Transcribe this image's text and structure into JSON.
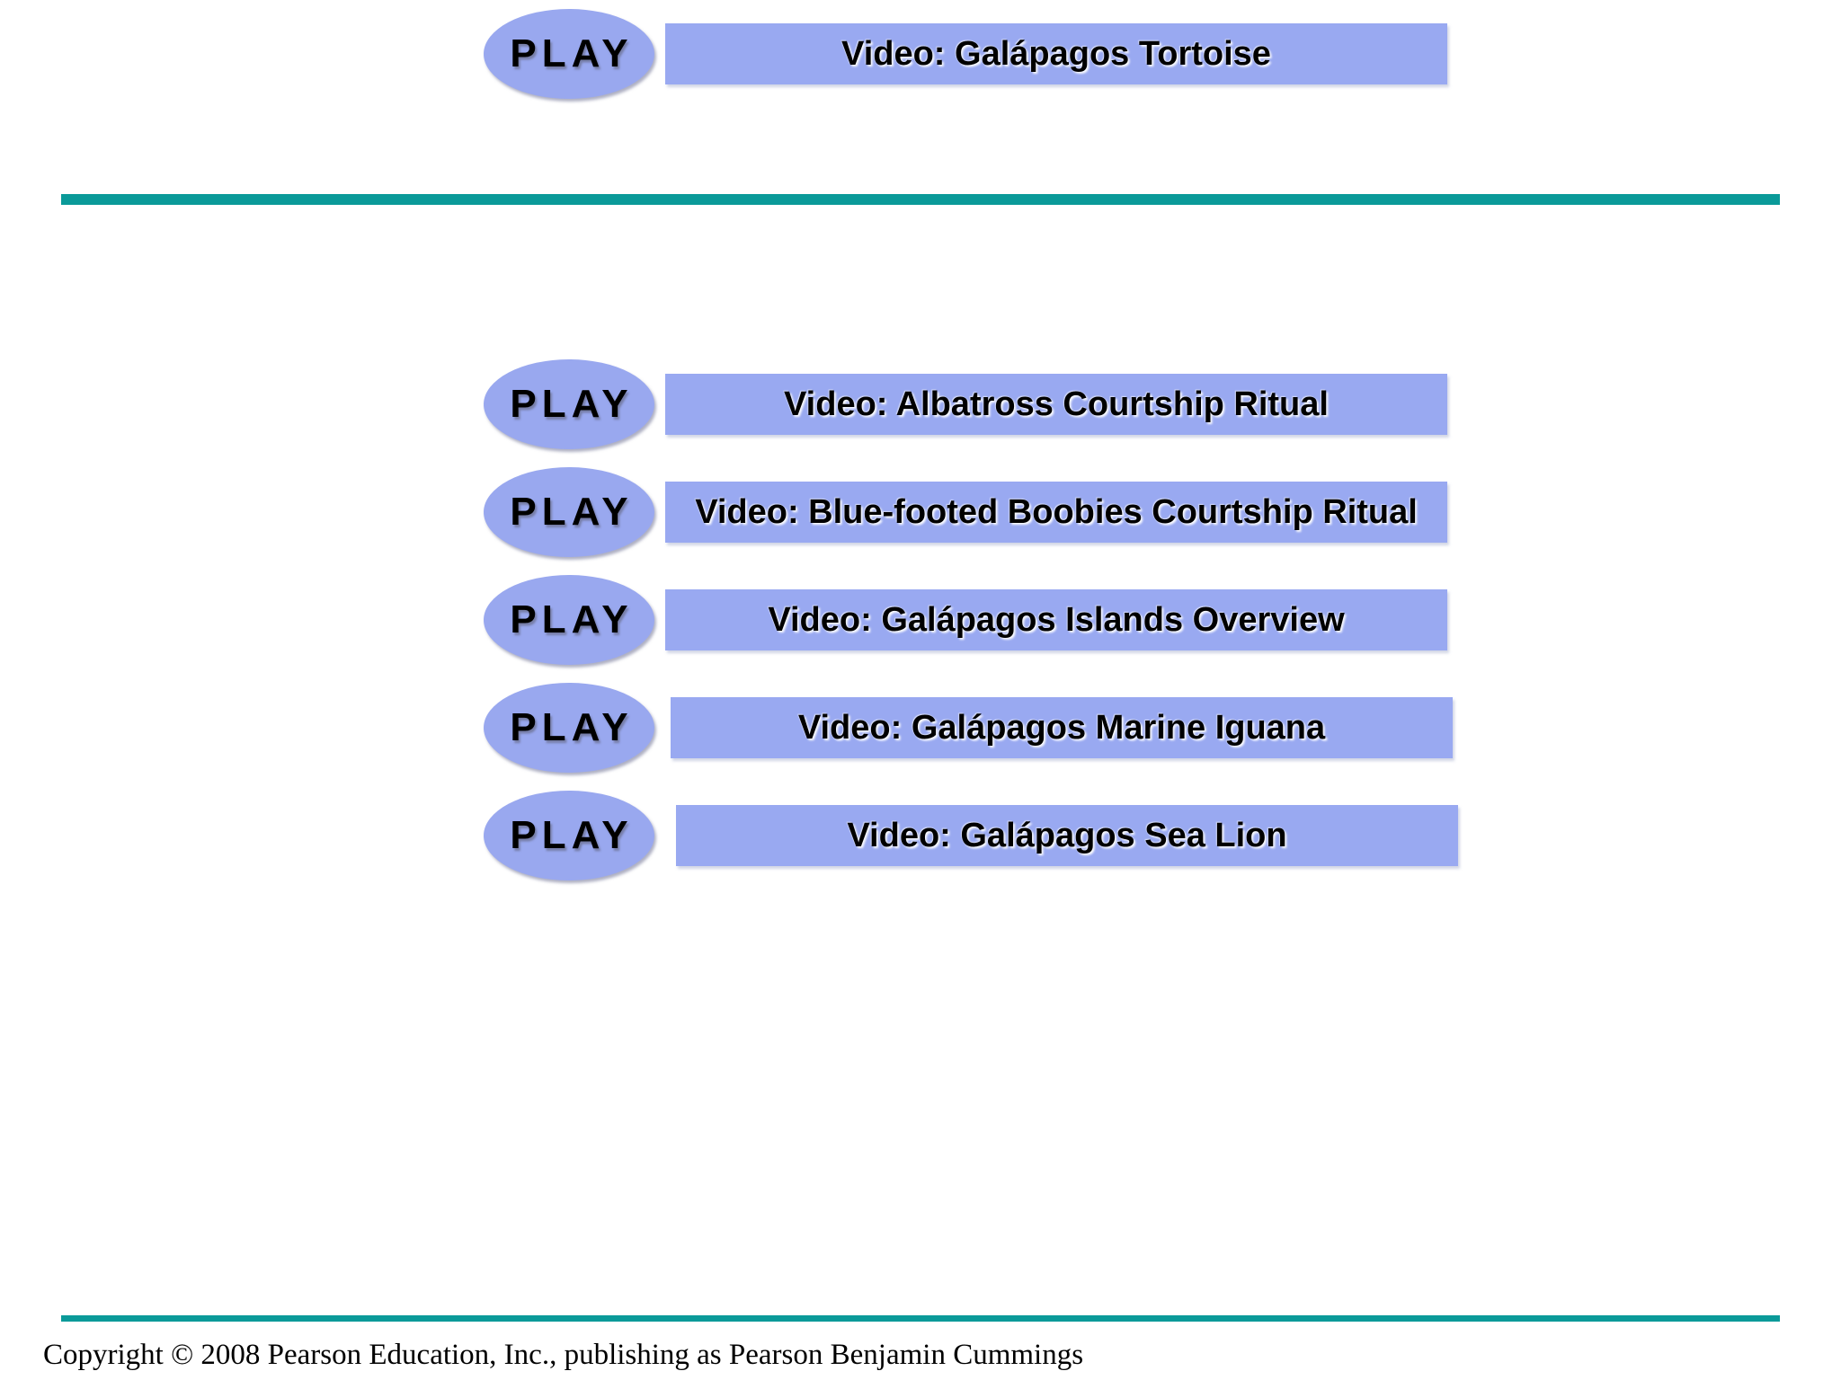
{
  "slide": {
    "play_button_label": "PLAY",
    "videos": [
      {
        "label": "Video: Albatross Courtship Ritual"
      },
      {
        "label": "Video: Blue-footed Boobies Courtship Ritual"
      },
      {
        "label": "Video: Galápagos Islands Overview"
      },
      {
        "label": "Video: Galápagos Marine Iguana"
      },
      {
        "label": "Video: Galápagos Sea Lion"
      },
      {
        "label": "Video: Galápagos Tortoise"
      }
    ],
    "footer": {
      "copyright": "Copyright © 2008 Pearson Education, Inc., publishing as Pearson Benjamin Cummings"
    },
    "colors": {
      "accent_teal": "#0a9a99",
      "play_button_fill": "#99a8ef",
      "title_bar_fill": "#99a9f1",
      "text_color": "#000000"
    }
  }
}
